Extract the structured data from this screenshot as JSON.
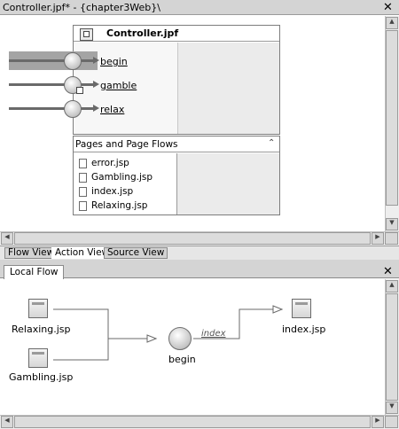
{
  "editor": {
    "title": "Controller.jpf* - {chapter3Web}\\",
    "close_glyph": "✕"
  },
  "controller": {
    "title": "Controller.jpf",
    "actions": [
      {
        "label": "begin"
      },
      {
        "label": "gamble"
      },
      {
        "label": "relax"
      }
    ]
  },
  "pages": {
    "title": "Pages and Page Flows",
    "collapse_glyph": "⌃",
    "items": [
      "error.jsp",
      "Gambling.jsp",
      "index.jsp",
      "Relaxing.jsp"
    ]
  },
  "view_tabs": [
    {
      "label": "Flow View",
      "active": false
    },
    {
      "label": "Action View",
      "active": true
    },
    {
      "label": "Source View",
      "active": false
    }
  ],
  "local_flow": {
    "tab_label": "Local Flow",
    "close_glyph": "✕",
    "nodes": {
      "relaxing": "Relaxing.jsp",
      "gambling": "Gambling.jsp",
      "action": "begin",
      "target": "index.jsp"
    },
    "forward_label": "index"
  },
  "colors": {
    "titlebar": "#d4d4d4",
    "highlight": "#a4a4a4",
    "connector": "#6a6a6a",
    "panel_gray": "#ebebeb"
  }
}
